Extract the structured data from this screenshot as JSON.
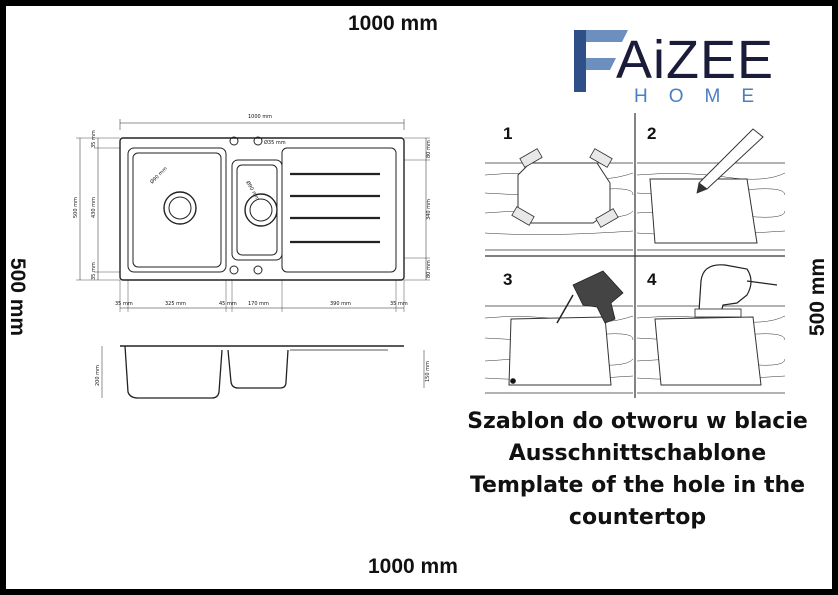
{
  "dimensions": {
    "top": "1000 mm",
    "bottom": "1000 mm",
    "left": "500 mm",
    "right": "500 mm"
  },
  "logo": {
    "brand": "AiZEE",
    "sub": "HOME"
  },
  "caption": {
    "line1": "Szablon do otworu w blacie",
    "line2": "Ausschnittschablone",
    "line3": "Template of the hole in the",
    "line4": "countertop"
  },
  "steps": [
    "1",
    "2",
    "3",
    "4"
  ],
  "drawing": {
    "width": "1000 mm",
    "hole35": "Ø35 mm",
    "drain_big": "Ø90 mm",
    "drain_small": "Ø90 mm",
    "left_v": [
      "35 mm",
      "430 mm",
      "35 mm"
    ],
    "left_total": "500 mm",
    "right_v": [
      "80 mm",
      "340 mm",
      "80 mm"
    ],
    "bottom_h": [
      "35 mm",
      "325 mm",
      "45 mm",
      "170 mm",
      "390 mm",
      "35 mm"
    ],
    "side_left": "200 mm",
    "side_right": "150 mm"
  }
}
